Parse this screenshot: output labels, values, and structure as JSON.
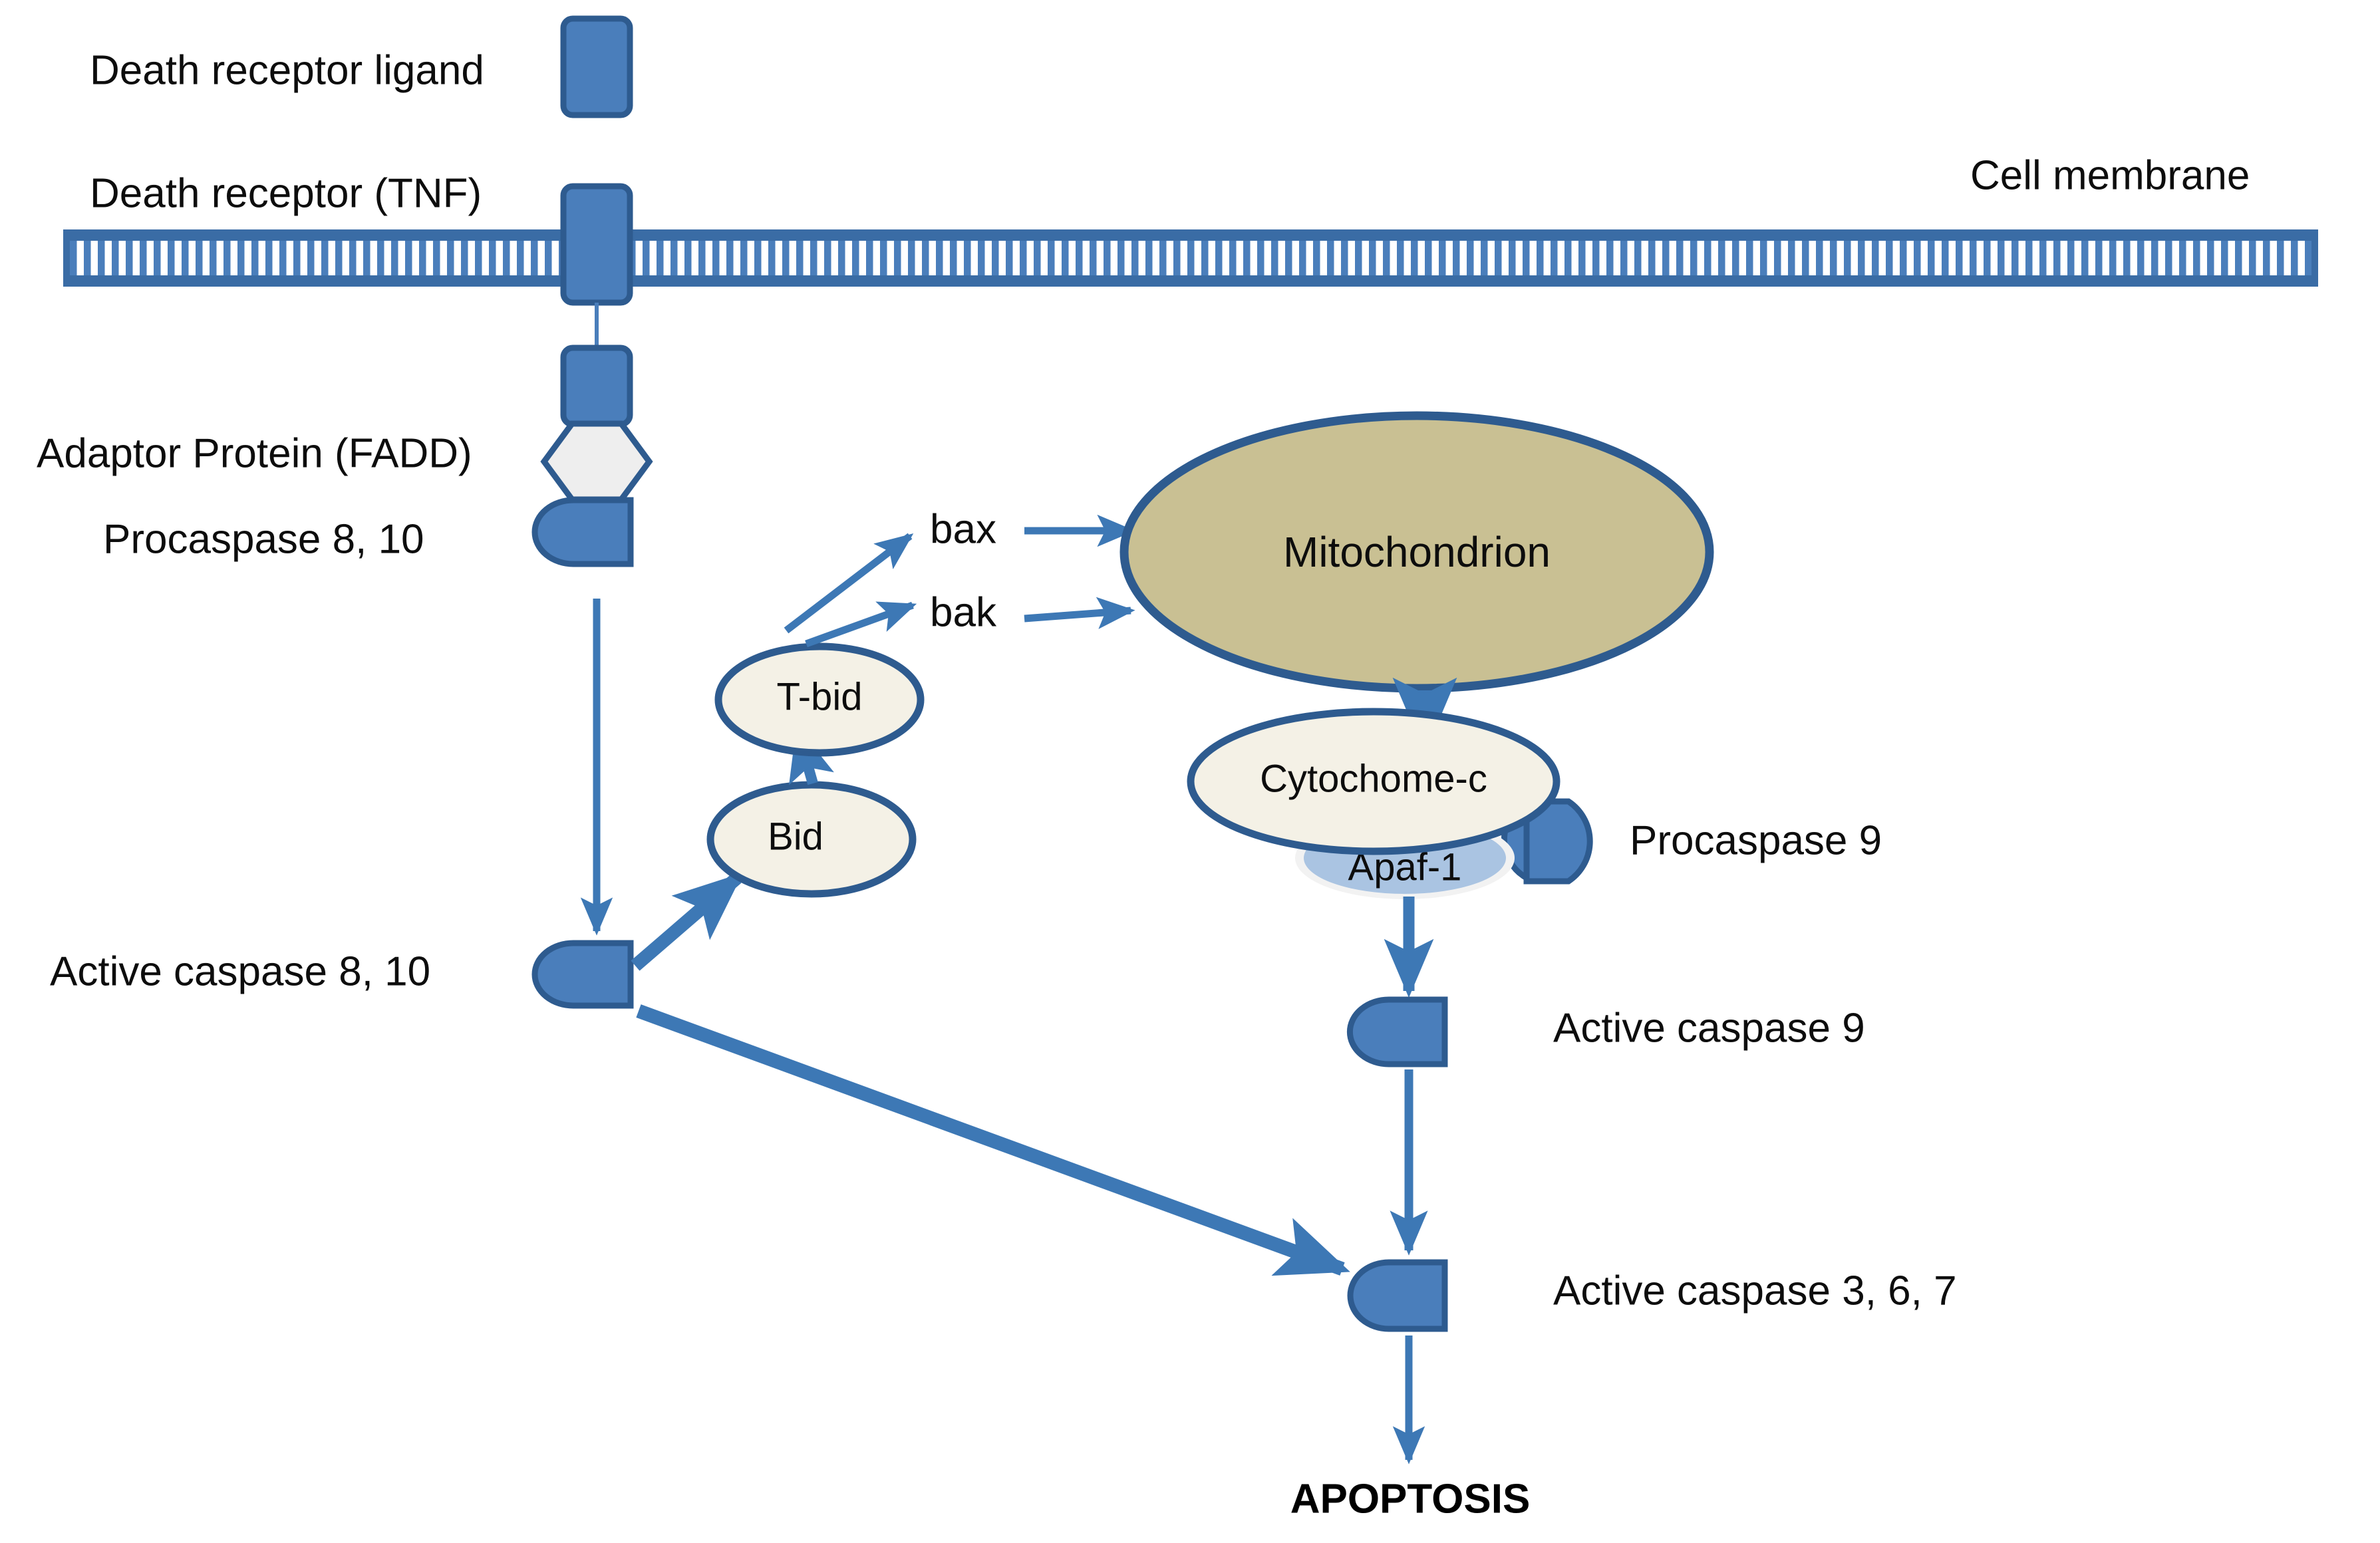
{
  "diagram": {
    "title": "Apoptosis signalling pathway (extrinsic and intrinsic)",
    "colors": {
      "protein_blue": "#4a7ebb",
      "protein_blue_border": "#2e5b8f",
      "mitochondrion_fill": "#c9c093",
      "vesicle_cream": "#f4f1e6",
      "apaf_light_blue": "#aac4e2",
      "arrow_blue": "#3d78b5",
      "fadd_hex_fill": "#eeeeee",
      "text_black": "#0d0d0d",
      "background": "#ffffff"
    }
  },
  "labels": {
    "death_receptor_ligand": "Death receptor ligand",
    "death_receptor_tnf": "Death receptor (TNF)",
    "cell_membrane": "Cell membrane",
    "adaptor_protein_fadd": "Adaptor Protein (FADD)",
    "procaspase_8_10": "Procaspase 8, 10",
    "active_caspase_8_10": "Active caspase 8, 10",
    "bax": "bax",
    "bak": "bak",
    "t_bid": "T-bid",
    "bid": "Bid",
    "mitochondrion": "Mitochondrion",
    "cytochrome_c": "Cytochome-c",
    "apaf_1": "Apaf-1",
    "procaspase_9": "Procaspase 9",
    "active_caspase_9": "Active caspase 9",
    "active_caspase_3_6_7": "Active caspase 3, 6, 7",
    "apoptosis": "APOPTOSIS"
  },
  "nodes": [
    {
      "id": "ligand",
      "label": "Death receptor ligand",
      "shape": "rounded-rect",
      "fill": "#4a7ebb"
    },
    {
      "id": "receptor",
      "label": "Death receptor (TNF)",
      "shape": "rounded-rect",
      "fill": "#4a7ebb"
    },
    {
      "id": "membrane",
      "label": "Cell membrane",
      "shape": "hatched-bar",
      "fill": "#3a6ca5"
    },
    {
      "id": "fadd-stalk",
      "label": "",
      "shape": "rounded-rect",
      "fill": "#4a7ebb"
    },
    {
      "id": "fadd",
      "label": "Adaptor Protein (FADD)",
      "shape": "hexagon",
      "fill": "#eeeeee"
    },
    {
      "id": "procaspase810",
      "label": "Procaspase 8, 10",
      "shape": "d-shape",
      "fill": "#4a7ebb"
    },
    {
      "id": "activecasp810",
      "label": "Active caspase 8, 10",
      "shape": "d-shape",
      "fill": "#4a7ebb"
    },
    {
      "id": "tbid",
      "label": "T-bid",
      "shape": "ellipse",
      "fill": "#f4f1e6"
    },
    {
      "id": "bid",
      "label": "Bid",
      "shape": "ellipse",
      "fill": "#f4f1e6"
    },
    {
      "id": "bax",
      "label": "bax",
      "shape": "text",
      "fill": "none"
    },
    {
      "id": "bak",
      "label": "bak",
      "shape": "text",
      "fill": "none"
    },
    {
      "id": "mitochondrion",
      "label": "Mitochondrion",
      "shape": "ellipse",
      "fill": "#c9c093"
    },
    {
      "id": "cytc",
      "label": "Cytochome-c",
      "shape": "ellipse",
      "fill": "#f4f1e6"
    },
    {
      "id": "apaf1",
      "label": "Apaf-1",
      "shape": "ellipse",
      "fill": "#aac4e2"
    },
    {
      "id": "procaspase9",
      "label": "Procaspase 9",
      "shape": "d-shape",
      "fill": "#4a7ebb"
    },
    {
      "id": "activecasp9",
      "label": "Active caspase 9",
      "shape": "d-shape",
      "fill": "#4a7ebb"
    },
    {
      "id": "activecasp367",
      "label": "Active caspase 3, 6, 7",
      "shape": "d-shape",
      "fill": "#4a7ebb"
    },
    {
      "id": "apoptosis",
      "label": "APOPTOSIS",
      "shape": "text-bold",
      "fill": "none"
    }
  ],
  "edges": [
    {
      "from": "procaspase810",
      "to": "activecasp810",
      "style": "arrow-down"
    },
    {
      "from": "activecasp810",
      "to": "bid",
      "style": "arrow-diagonal-up"
    },
    {
      "from": "bid",
      "to": "tbid",
      "style": "arrow-up"
    },
    {
      "from": "tbid",
      "to": "bax",
      "style": "arrow-diagonal-up"
    },
    {
      "from": "tbid",
      "to": "bak",
      "style": "arrow-diagonal-up"
    },
    {
      "from": "bax",
      "to": "mitochondrion",
      "style": "arrow-right"
    },
    {
      "from": "bak",
      "to": "mitochondrion",
      "style": "arrow-right"
    },
    {
      "from": "mitochondrion",
      "to": "cytc",
      "style": "arrow-down"
    },
    {
      "from": "apaf1",
      "to": "activecasp9",
      "style": "arrow-down"
    },
    {
      "from": "activecasp9",
      "to": "activecasp367",
      "style": "arrow-down"
    },
    {
      "from": "activecasp810",
      "to": "activecasp367",
      "style": "arrow-diagonal-down"
    },
    {
      "from": "activecasp367",
      "to": "apoptosis",
      "style": "arrow-down"
    }
  ]
}
